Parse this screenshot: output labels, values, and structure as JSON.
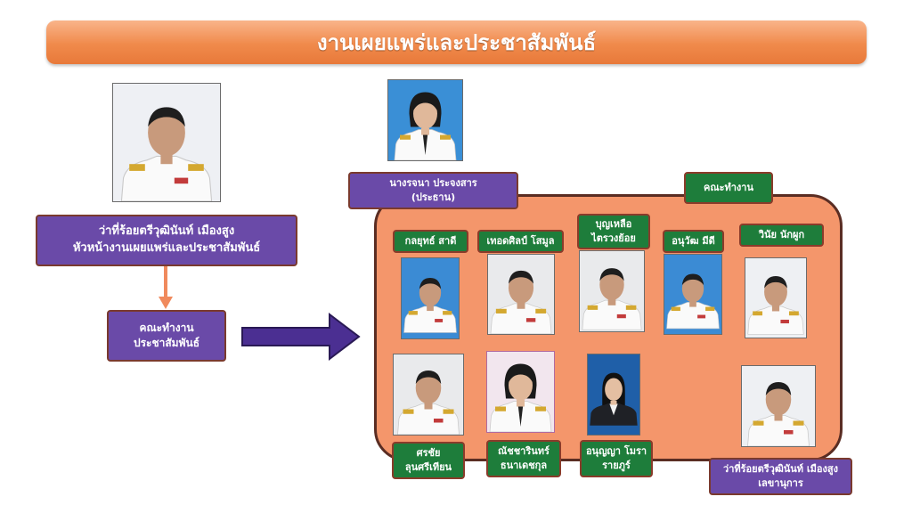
{
  "banner": {
    "title": "งานเผยแพร่และประชาสัมพันธ์"
  },
  "head": {
    "name": "ว่าที่ร้อยตรีวุฒินันท์  เมืองสูง",
    "position": "หัวหน้างานเผยแพร่และประชาสัมพันธ์"
  },
  "committee": {
    "line1": "คณะทำงาน",
    "line2": "ประชาสัมพันธ์"
  },
  "chair": {
    "name": "นางรจนา  ประจงสาร",
    "role": "(ประธาน)"
  },
  "team_label": "คณะทำงาน",
  "members": {
    "m1": "กลยุทธ์ สาดี",
    "m2": "เทอดศิลป์ โสมูล",
    "m3_line1": "บุญเหลือ",
    "m3_line2": "ไตรวงย้อย",
    "m4": "อนุวัฒ มีดี",
    "m5": "วินัย นักผูก",
    "m6_line1": "ศรชัย",
    "m6_line2": "ลุนศรีเทียน",
    "m7_line1": "ณัชชารินทร์",
    "m7_line2": "ธนาเดชกุล",
    "m8_line1": "อนุญญา โมรา",
    "m8_line2": "รายภูร์"
  },
  "secretary": {
    "name": "ว่าที่ร้อยตรีวุฒินันท์  เมืองสูง",
    "role": "เลขานุการ"
  },
  "colors": {
    "banner": "#f08a4b",
    "panel": "#f4966b",
    "purple_box": "#6a4aa8",
    "green_box": "#1e7d3b",
    "arrow": "#4b2f92"
  }
}
